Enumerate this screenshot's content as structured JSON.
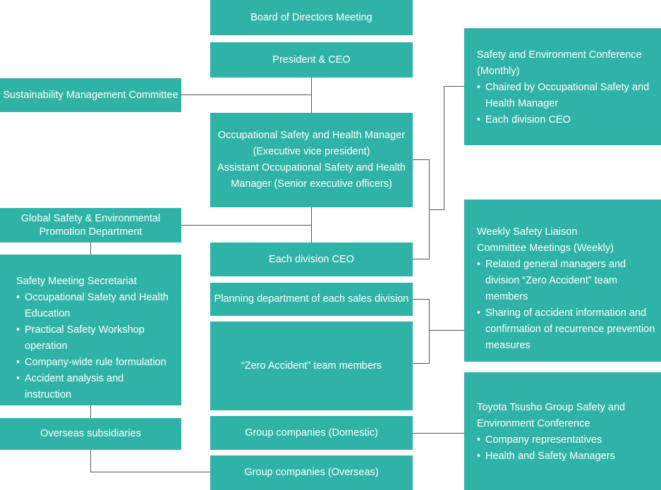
{
  "colors": {
    "box": "#2fb3a7",
    "text": "#ffffff",
    "connector": "#555555"
  },
  "center_column": {
    "board": "Board of Directors Meeting",
    "president": "President & CEO",
    "ohs_manager": {
      "line1": "Occupational Safety and Health Manager",
      "line2": "(Executive vice president)",
      "line3": "Assistant Occupational Safety and Health",
      "line4": "Manager (Senior executive officers)"
    },
    "division_ceo": "Each division CEO",
    "planning": "Planning department of each sales division",
    "zero_accident": "“Zero Accident” team members",
    "group_domestic": "Group companies (Domestic)",
    "group_overseas": "Group companies (Overseas)"
  },
  "left_column": {
    "sustainability": "Sustainability Management Committee",
    "global_dept": {
      "line1": "Global Safety & Environmental",
      "line2": "Promotion Department"
    },
    "secretariat": {
      "title": "Safety Meeting Secretariat",
      "items": [
        "Occupational Safety and Health Education",
        "Practical Safety Workshop operation",
        "Company-wide rule formulation",
        "Accident analysis and instruction"
      ]
    },
    "overseas_subsidiaries": "Overseas subsidiaries"
  },
  "right_column": {
    "conference": {
      "title": "Safety and Environment Conference (Monthly)",
      "items": [
        "Chaired by Occupational Safety and Health Manager",
        "Each division CEO"
      ]
    },
    "weekly": {
      "title_line1": "Weekly Safety Liaison",
      "title_line2": "Committee Meetings (Weekly)",
      "items": [
        "Related general managers and division “Zero Accident” team members",
        "Sharing of accident information and confirmation of recurrence prevention measures"
      ]
    },
    "toyota": {
      "title": "Toyota Tsusho Group Safety and Environment Conference",
      "items": [
        "Company representatives",
        "Health and Safety Managers"
      ]
    }
  }
}
